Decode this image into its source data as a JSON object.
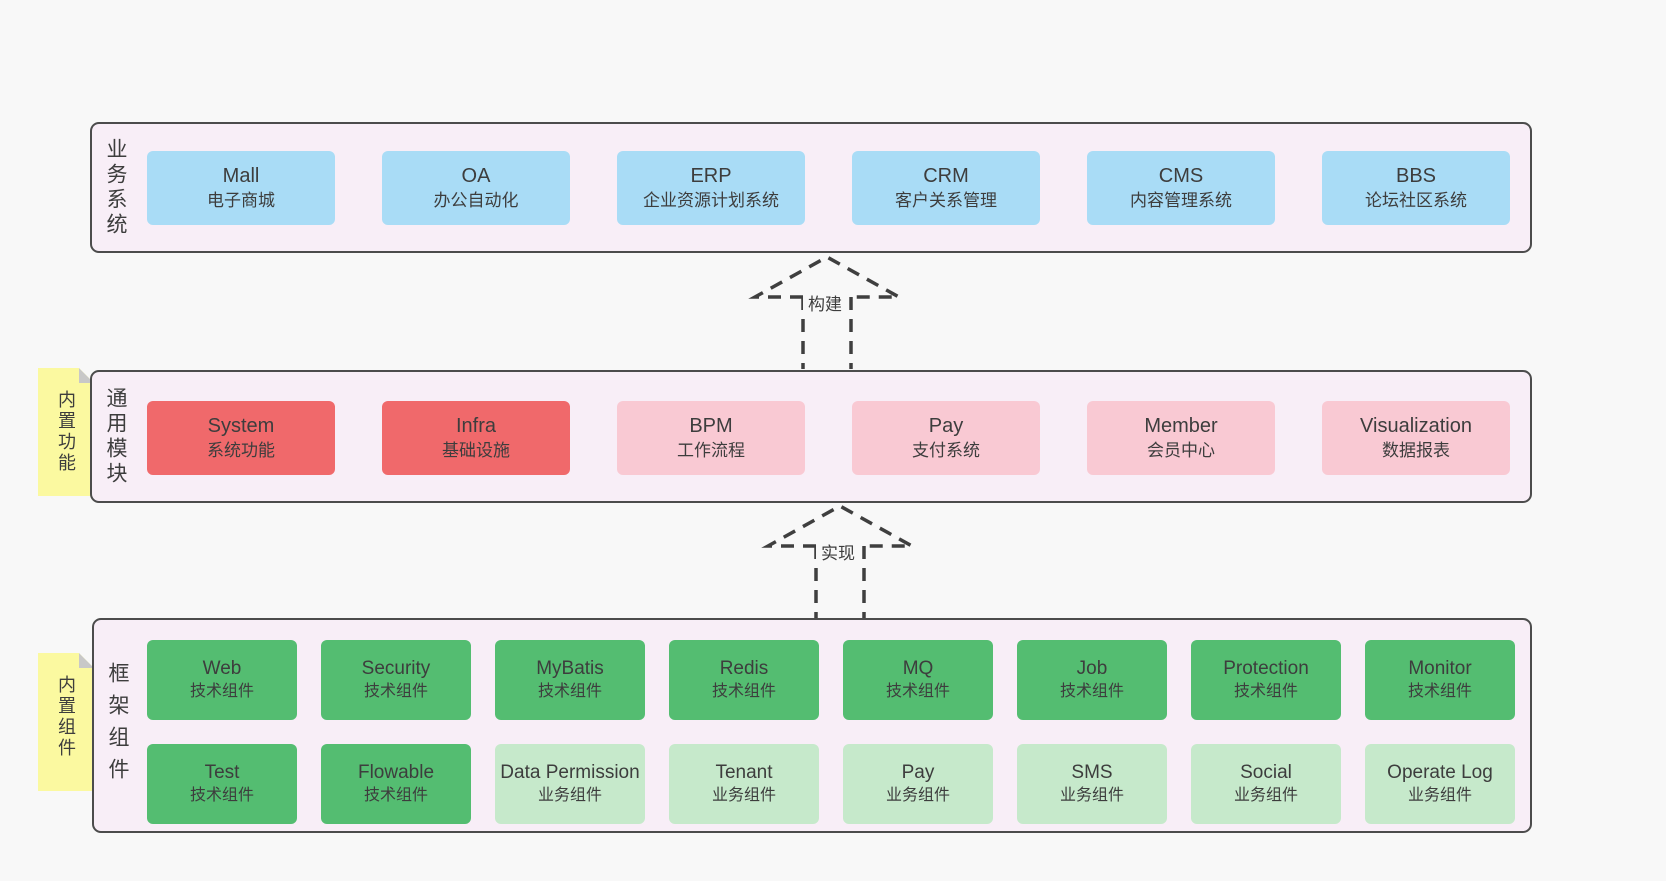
{
  "diagram": {
    "colors": {
      "page_bg": "#f8f8f8",
      "container_bg": "#f8eef7",
      "container_border": "#4c4c4c",
      "blue_box": "#a9dcf6",
      "red_box": "#f0696b",
      "pink_box": "#f9c9d3",
      "green_box": "#54bd71",
      "light_green_box": "#c6e9cb",
      "note_yellow": "#fbf9a0",
      "note_fold_gray": "#c8c8c8",
      "text": "#3d3d3d"
    },
    "arrows": [
      {
        "label": "构建"
      },
      {
        "label": "实现"
      }
    ],
    "layers": [
      {
        "label": "业务系统",
        "boxes": [
          {
            "name": "Mall",
            "desc": "电子商城"
          },
          {
            "name": "OA",
            "desc": "办公自动化"
          },
          {
            "name": "ERP",
            "desc": "企业资源计划系统"
          },
          {
            "name": "CRM",
            "desc": "客户关系管理"
          },
          {
            "name": "CMS",
            "desc": "内容管理系统"
          },
          {
            "name": "BBS",
            "desc": "论坛社区系统"
          }
        ]
      },
      {
        "label": "通用模块",
        "note": "内置功能",
        "boxes": [
          {
            "name": "System",
            "desc": "系统功能"
          },
          {
            "name": "Infra",
            "desc": "基础设施"
          },
          {
            "name": "BPM",
            "desc": "工作流程"
          },
          {
            "name": "Pay",
            "desc": "支付系统"
          },
          {
            "name": "Member",
            "desc": "会员中心"
          },
          {
            "name": "Visualization",
            "desc": "数据报表"
          }
        ]
      },
      {
        "label": "框架组件",
        "note": "内置组件",
        "row1": [
          {
            "name": "Web",
            "desc": "技术组件"
          },
          {
            "name": "Security",
            "desc": "技术组件"
          },
          {
            "name": "MyBatis",
            "desc": "技术组件"
          },
          {
            "name": "Redis",
            "desc": "技术组件"
          },
          {
            "name": "MQ",
            "desc": "技术组件"
          },
          {
            "name": "Job",
            "desc": "技术组件"
          },
          {
            "name": "Protection",
            "desc": "技术组件"
          },
          {
            "name": "Monitor",
            "desc": "技术组件"
          }
        ],
        "row2": [
          {
            "name": "Test",
            "desc": "技术组件"
          },
          {
            "name": "Flowable",
            "desc": "技术组件"
          },
          {
            "name": "Data Permission",
            "desc": "业务组件"
          },
          {
            "name": "Tenant",
            "desc": "业务组件"
          },
          {
            "name": "Pay",
            "desc": "业务组件"
          },
          {
            "name": "SMS",
            "desc": "业务组件"
          },
          {
            "name": "Social",
            "desc": "业务组件"
          },
          {
            "name": "Operate Log",
            "desc": "业务组件"
          }
        ]
      }
    ]
  }
}
